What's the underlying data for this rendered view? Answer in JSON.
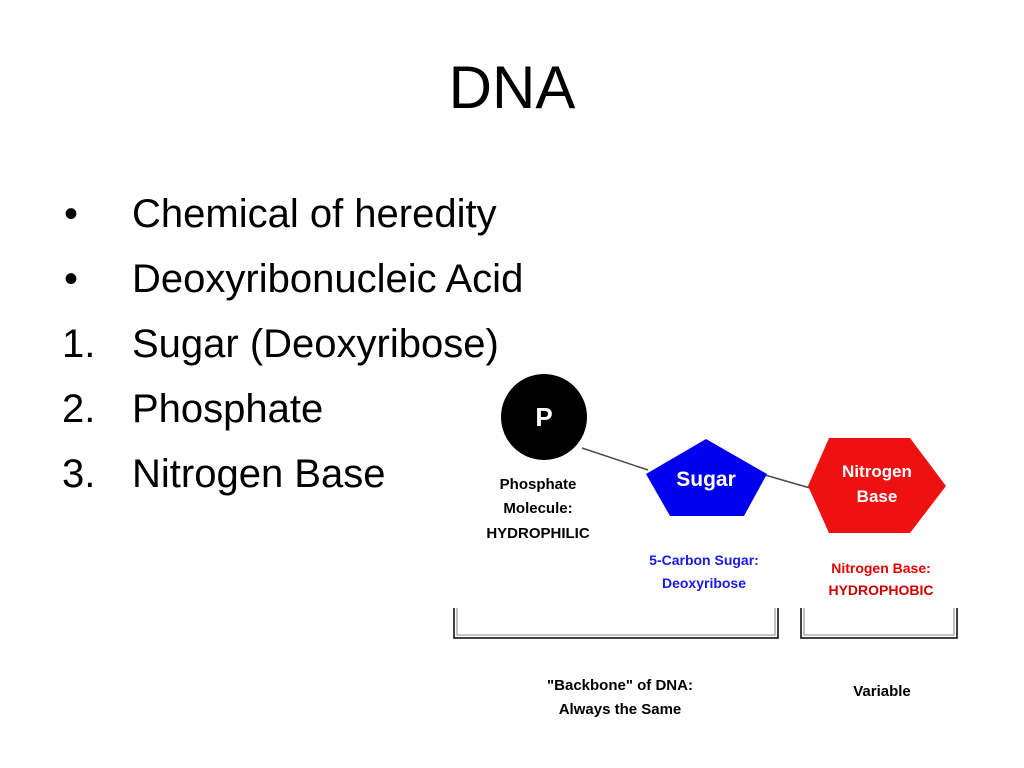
{
  "title": "DNA",
  "list": [
    {
      "marker": "•",
      "text": "Chemical of heredity"
    },
    {
      "marker": "•",
      "text": "Deoxyribonucleic Acid"
    },
    {
      "marker": "1.",
      "text": "Sugar (Deoxyribose)"
    },
    {
      "marker": "2.",
      "text": "Phosphate"
    },
    {
      "marker": "3.",
      "text": "Nitrogen Base"
    }
  ],
  "diagram": {
    "phosphate": {
      "symbol": "P",
      "caption": [
        "Phosphate",
        "Molecule:",
        "HYDROPHILIC"
      ],
      "fill": "#000000",
      "caption_color": "#000000"
    },
    "sugar": {
      "label": "Sugar",
      "caption": [
        "5-Carbon Sugar:",
        "Deoxyribose"
      ],
      "fill": "#0000ee",
      "caption_color": "#1a1ae6"
    },
    "base": {
      "label": [
        "Nitrogen",
        "Base"
      ],
      "caption": [
        "Nitrogen Base:",
        "HYDROPHOBIC"
      ],
      "fill": "#ee1111",
      "caption_color": "#e60000",
      "caption_second_color": "#cc0000"
    },
    "groups": {
      "backbone": [
        "\"Backbone\" of DNA:",
        "Always the Same"
      ],
      "variable": "Variable"
    }
  }
}
